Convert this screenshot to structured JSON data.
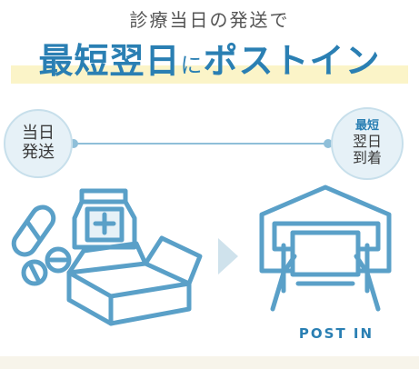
{
  "subtitle": "診療当日の発送で",
  "headline": {
    "main": "最短翌日",
    "particle": "に",
    "tail": "ポストイン"
  },
  "left_badge": {
    "line1": "当日",
    "line2": "発送"
  },
  "right_badge": {
    "top": "最短",
    "line2": "翌日",
    "line3": "到着"
  },
  "post_in_label": "POST IN",
  "colors": {
    "accent": "#2a7fb3",
    "icon_stroke": "#5aa0c8",
    "highlight": "#fbf4c8",
    "badge_bg": "#e6f1f7"
  }
}
